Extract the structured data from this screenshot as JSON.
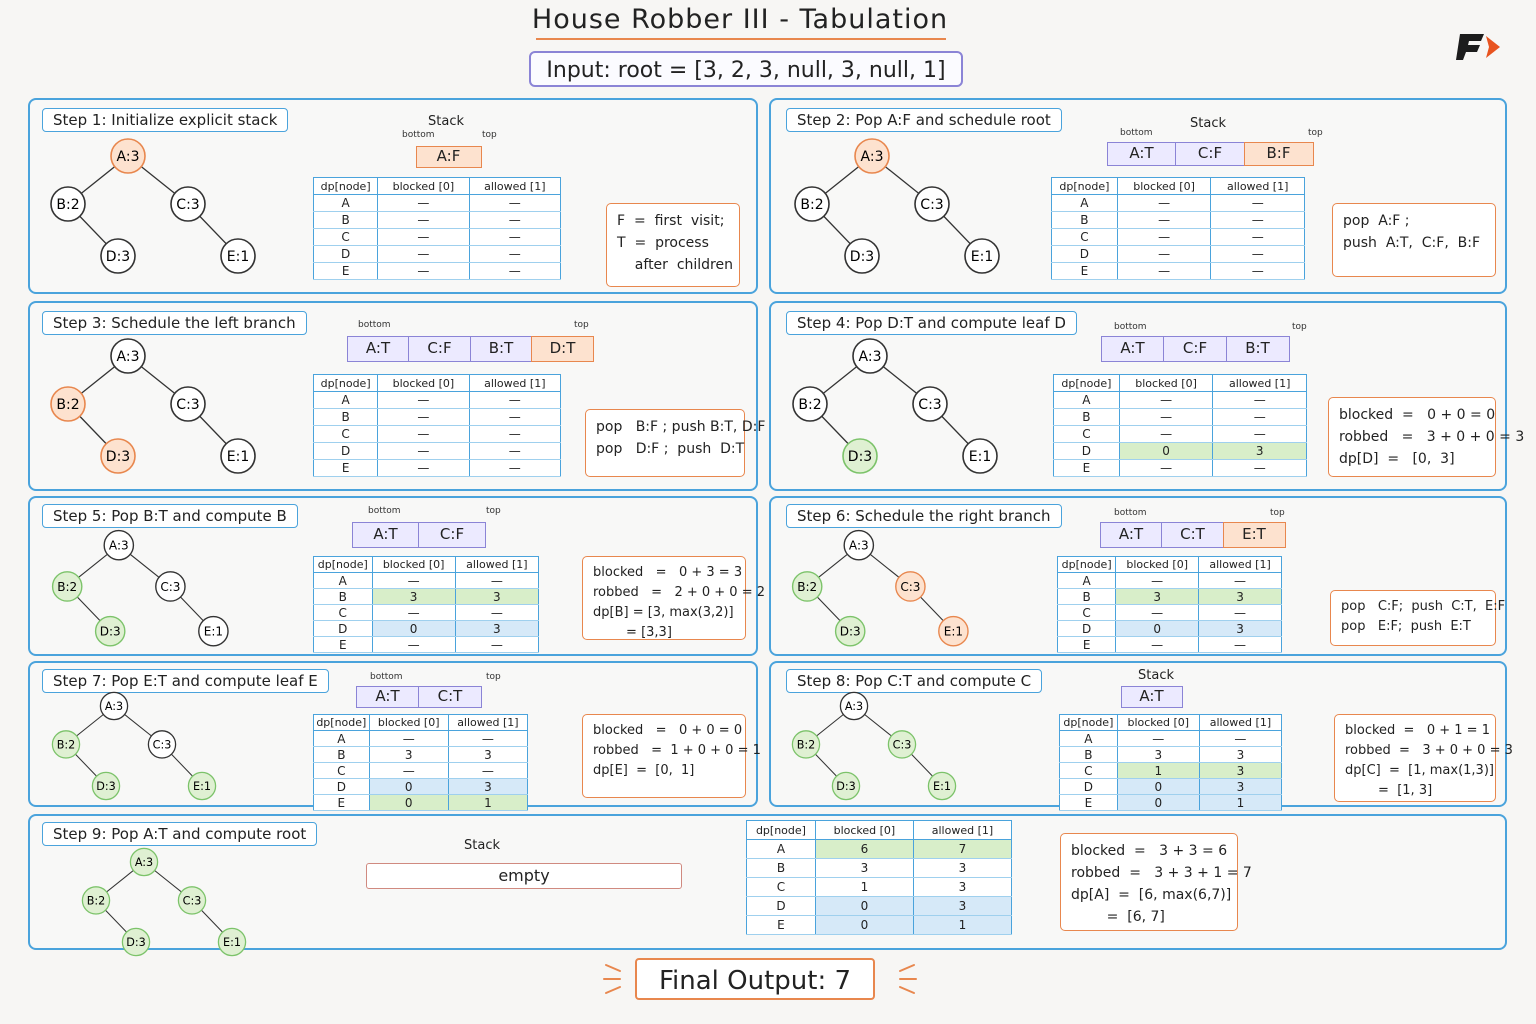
{
  "title": "House Robber III - Tabulation",
  "input": "Input:   root  =  [3, 2, 3, null, 3, null, 1]",
  "final_output": "Final  Output:  7",
  "colors": {
    "panel_border": "#4aa3dc",
    "stack_border": "#8b84d6",
    "highlight": "#e8874e",
    "green": "#7cc36a",
    "green_fill": "#d8eec9",
    "blue_fill": "#d6e9f8"
  },
  "labels": {
    "stack": "Stack",
    "bottom": "bottom",
    "top": "top",
    "empty": "empty",
    "col_node": "dp[node]",
    "col_blocked": "blocked  [0]",
    "col_allowed": "allowed  [1]"
  },
  "node_labels": [
    "A:3",
    "B:2",
    "C:3",
    "D:3",
    "E:1"
  ],
  "row_labels": [
    "A",
    "B",
    "C",
    "D",
    "E"
  ],
  "steps": [
    {
      "title": "Step  1:  Initialize  explicit  stack",
      "stack": [
        "A:F"
      ],
      "node_states": [
        "o",
        "n",
        "n",
        "n",
        "n"
      ],
      "table": [
        [
          "—",
          "—"
        ],
        [
          "—",
          "—"
        ],
        [
          "—",
          "—"
        ],
        [
          "—",
          "—"
        ],
        [
          "—",
          "—"
        ]
      ],
      "row_styles": [
        "",
        "",
        "",
        "",
        ""
      ],
      "note": "F  =  first  visit;\nT  =  process\n    after  children"
    },
    {
      "title": "Step  2:  Pop  A:F  and  schedule  root",
      "stack": [
        "A:T",
        "C:F",
        "B:F"
      ],
      "node_states": [
        "o",
        "n",
        "n",
        "n",
        "n"
      ],
      "table": [
        [
          "—",
          "—"
        ],
        [
          "—",
          "—"
        ],
        [
          "—",
          "—"
        ],
        [
          "—",
          "—"
        ],
        [
          "—",
          "—"
        ]
      ],
      "row_styles": [
        "",
        "",
        "",
        "",
        ""
      ],
      "note": "pop  A:F ;\npush  A:T,  C:F,  B:F"
    },
    {
      "title": "Step  3:  Schedule  the  left  branch",
      "stack": [
        "A:T",
        "C:F",
        "B:T",
        "D:T"
      ],
      "node_states": [
        "n",
        "o",
        "n",
        "o",
        "n"
      ],
      "table": [
        [
          "—",
          "—"
        ],
        [
          "—",
          "—"
        ],
        [
          "—",
          "—"
        ],
        [
          "—",
          "—"
        ],
        [
          "—",
          "—"
        ]
      ],
      "row_styles": [
        "",
        "",
        "",
        "",
        ""
      ],
      "note": "pop   B:F ; push B:T, D:F\npop   D:F ;  push  D:T"
    },
    {
      "title": "Step  4:  Pop  D:T  and  compute  leaf  D",
      "stack": [
        "A:T",
        "C:F",
        "B:T"
      ],
      "node_states": [
        "n",
        "n",
        "n",
        "g",
        "n"
      ],
      "table": [
        [
          "—",
          "—"
        ],
        [
          "—",
          "—"
        ],
        [
          "—",
          "—"
        ],
        [
          "0",
          "3"
        ],
        [
          "—",
          "—"
        ]
      ],
      "row_styles": [
        "",
        "",
        "",
        "g",
        ""
      ],
      "note": "blocked  =   0 + 0 = 0\nrobbed   =   3 + 0 + 0 = 3\ndp[D]  =   [0,  3]"
    },
    {
      "title": "Step  5:  Pop  B:T  and  compute  B",
      "stack": [
        "A:T",
        "C:F"
      ],
      "node_states": [
        "n",
        "g",
        "n",
        "g",
        "n"
      ],
      "table": [
        [
          "—",
          "—"
        ],
        [
          "3",
          "3"
        ],
        [
          "—",
          "—"
        ],
        [
          "0",
          "3"
        ],
        [
          "—",
          "—"
        ]
      ],
      "row_styles": [
        "",
        "g",
        "",
        "b",
        ""
      ],
      "note": "blocked   =   0 + 3 = 3\nrobbed   =   2 + 0 + 0 = 2\ndp[B] = [3, max(3,2)]\n        = [3,3]"
    },
    {
      "title": "Step  6:  Schedule  the  right  branch",
      "stack": [
        "A:T",
        "C:T",
        "E:T"
      ],
      "node_states": [
        "n",
        "g",
        "o",
        "g",
        "o"
      ],
      "table": [
        [
          "—",
          "—"
        ],
        [
          "3",
          "3"
        ],
        [
          "—",
          "—"
        ],
        [
          "0",
          "3"
        ],
        [
          "—",
          "—"
        ]
      ],
      "row_styles": [
        "",
        "g",
        "",
        "b",
        ""
      ],
      "note": "pop   C:F;  push  C:T,  E:F\npop   E:F;  push  E:T"
    },
    {
      "title": "Step  7:  Pop  E:T  and  compute  leaf  E",
      "stack": [
        "A:T",
        "C:T"
      ],
      "node_states": [
        "n",
        "g",
        "n",
        "g",
        "g"
      ],
      "table": [
        [
          "—",
          "—"
        ],
        [
          "3",
          "3"
        ],
        [
          "—",
          "—"
        ],
        [
          "0",
          "3"
        ],
        [
          "0",
          "1"
        ]
      ],
      "row_styles": [
        "",
        "",
        "",
        "b",
        "g"
      ],
      "note": "blocked   =   0 + 0 = 0\nrobbed   =  1 + 0 + 0 = 1\ndp[E]  =  [0,  1]"
    },
    {
      "title": "Step  8:  Pop  C:T  and  compute  C",
      "stack": [
        "A:T"
      ],
      "node_states": [
        "n",
        "g",
        "g",
        "g",
        "g"
      ],
      "table": [
        [
          "—",
          "—"
        ],
        [
          "3",
          "3"
        ],
        [
          "1",
          "3"
        ],
        [
          "0",
          "3"
        ],
        [
          "0",
          "1"
        ]
      ],
      "row_styles": [
        "",
        "",
        "g",
        "b",
        "b"
      ],
      "note": "blocked  =   0 + 1 = 1\nrobbed  =   3 + 0 + 0 = 3\ndp[C]  =  [1, max(1,3)]\n        =  [1, 3]"
    },
    {
      "title": "Step  9:  Pop  A:T  and  compute  root",
      "stack": [],
      "node_states": [
        "g",
        "g",
        "g",
        "g",
        "g"
      ],
      "table": [
        [
          "6",
          "7"
        ],
        [
          "3",
          "3"
        ],
        [
          "1",
          "3"
        ],
        [
          "0",
          "3"
        ],
        [
          "0",
          "1"
        ]
      ],
      "row_styles": [
        "g",
        "",
        "",
        "b",
        "b"
      ],
      "note": "blocked  =   3 + 3 = 6\nrobbed  =   3 + 3 + 1 = 7\ndp[A]  =  [6, max(6,7)]\n        =  [6, 7]"
    }
  ]
}
